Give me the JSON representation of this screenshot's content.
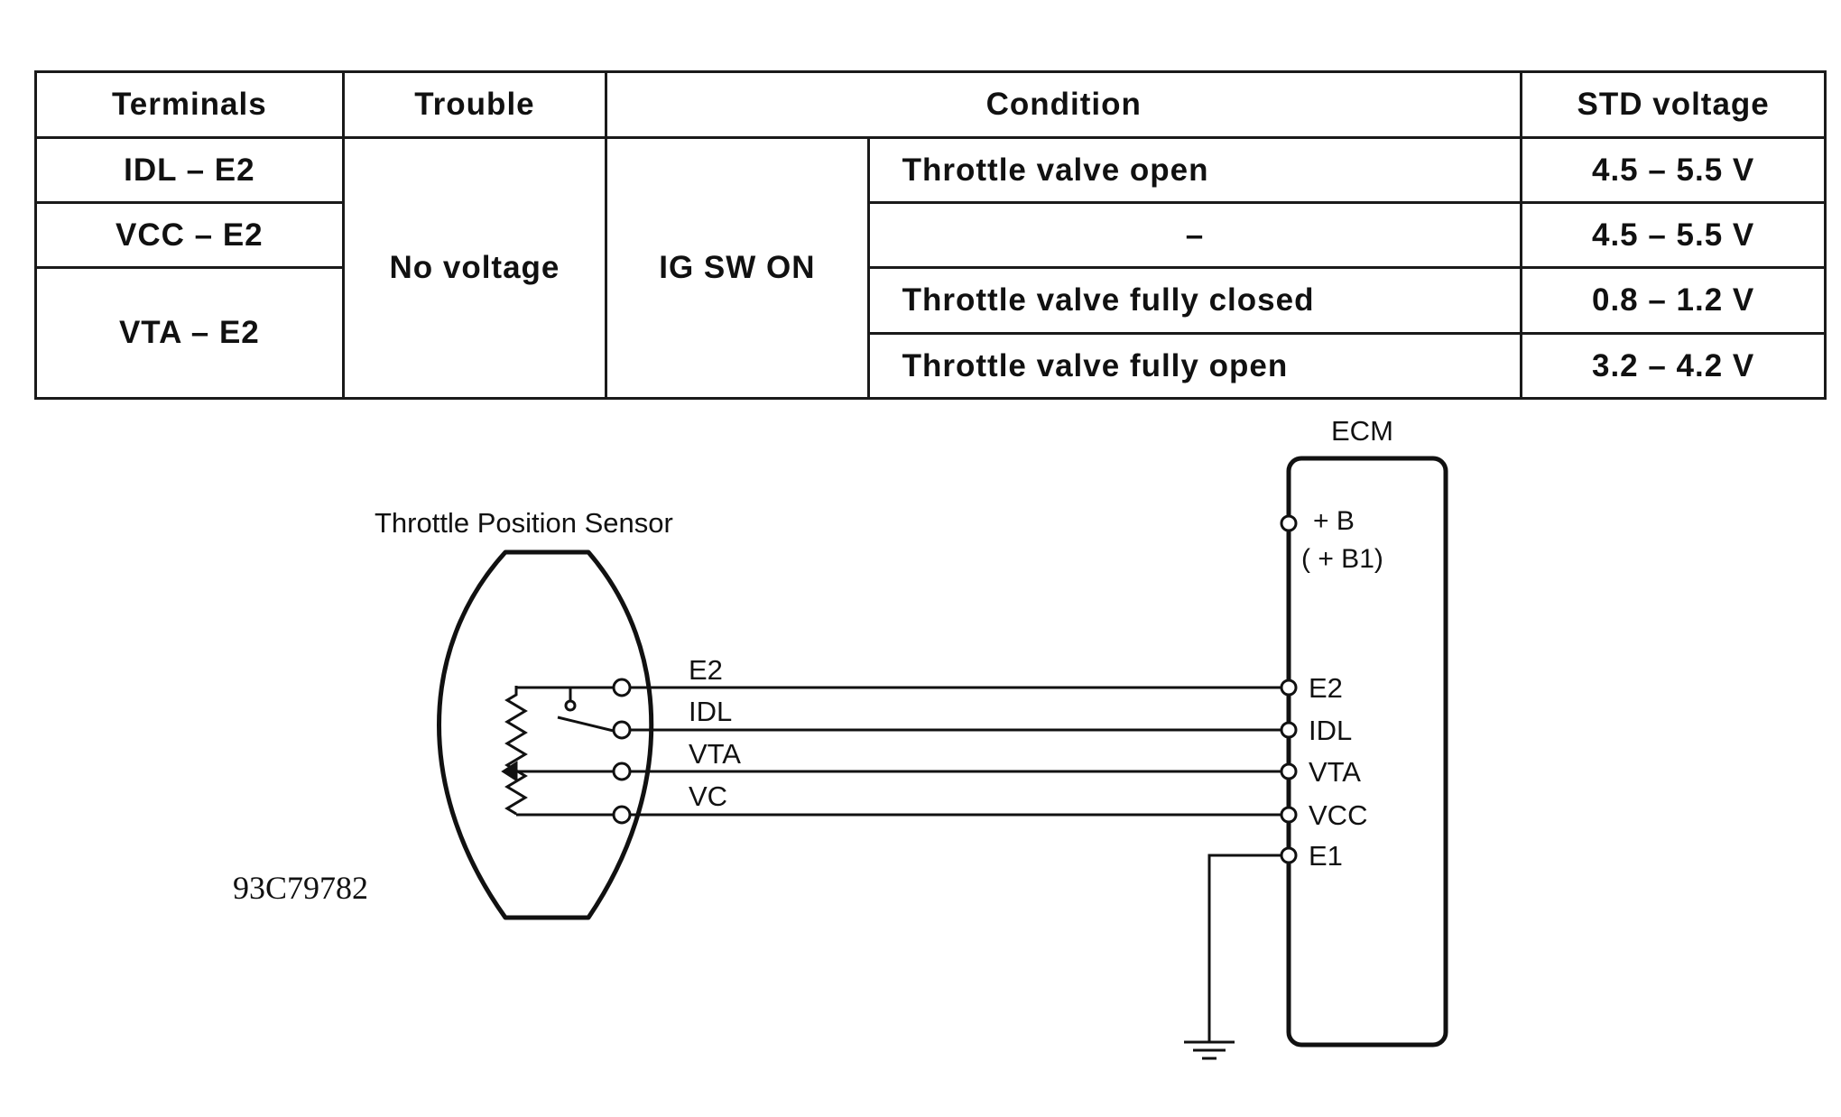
{
  "table": {
    "headers": {
      "terminals": "Terminals",
      "trouble": "Trouble",
      "condition": "Condition",
      "std_voltage": "STD voltage"
    },
    "terminals": [
      "IDL – E2",
      "VCC – E2",
      "VTA – E2"
    ],
    "trouble": "No voltage",
    "ig": "IG SW ON",
    "conditions": [
      "Throttle valve open",
      "–",
      "Throttle valve fully closed",
      "Throttle valve fully open"
    ],
    "voltages": [
      "4.5 – 5.5 V",
      "4.5 – 5.5 V",
      "0.8 – 1.2 V",
      "3.2 – 4.2 V"
    ]
  },
  "diagram": {
    "sensor_title": "Throttle Position Sensor",
    "ecm_title": "ECM",
    "ecm_b": "+ B",
    "ecm_b1": "( + B1)",
    "sensor_pins": [
      "E2",
      "IDL",
      "VTA",
      "VC"
    ],
    "ecm_pins": [
      "E2",
      "IDL",
      "VTA",
      "VCC",
      "E1"
    ],
    "figure_code": "93C79782"
  }
}
